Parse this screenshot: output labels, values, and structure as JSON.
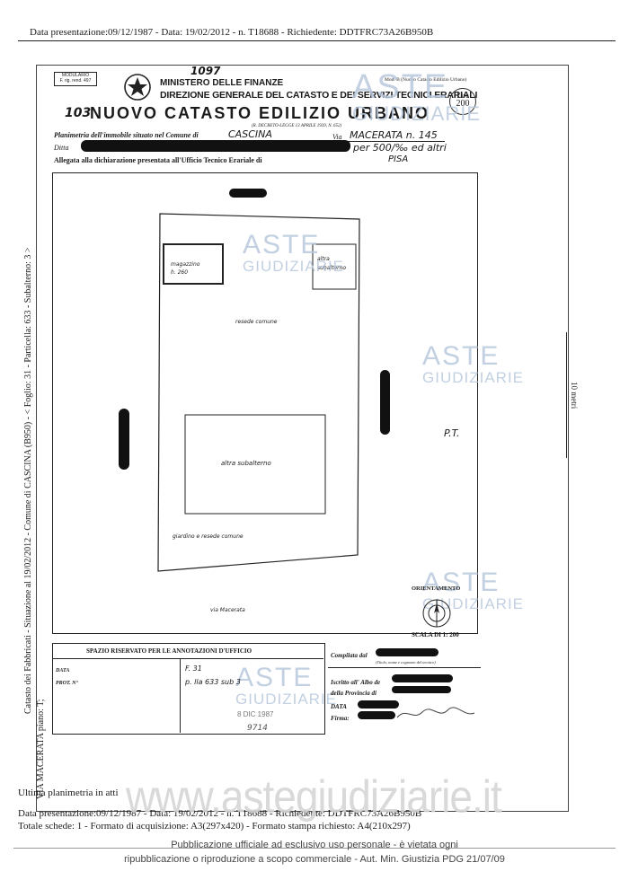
{
  "header_top": "Data presentazione:09/12/1987 - Data: 19/02/2012 - n. T18688 - Richiedente: DDTFRC73A26B950B",
  "modulario": {
    "line1": "MODULARIO",
    "line2": "F. rig. rend. 497"
  },
  "form_number": "1097",
  "ministry": "MINISTERO DELLE FINANZE",
  "direction": "DIREZIONE GENERALE DEL CATASTO E DEI SERVIZI TECNICI ERARIALI",
  "model_label": "Mod. B (Nuovo Catasto Edilizio Urbano)",
  "stamp": {
    "line1": "Lire",
    "line2": "200"
  },
  "catasto_number": "103",
  "catasto_title": "NUOVO CATASTO EDILIZIO URBANO",
  "decree": "(R. DECRETO-LEGGE 13 APRILE 1939, N. 652)",
  "planimetria_label": "Planimetria dell'immobile situato nel Comune di",
  "comune_value": "CASCINA",
  "via_label": "Via",
  "via_value": "MACERATA n. 145",
  "ditta_label": "Ditta",
  "ditta_share": "per 500/‰ ed altri",
  "allegata_label": "Allegata alla dichiarazione presentata all'Ufficio Tecnico Erariale di",
  "ufficio_value": "PISA",
  "side_vertical": "Catasto dei Fabbricati - Situazione al 19/02/2012 - Comune di CASCINA (B950) - < Foglio: 31 - Particella: 633 - Subalterno: 3 >",
  "side_vertical2": "VIA MACERATA piano: T;",
  "plan": {
    "magazzino": "magazzino\nh. 260",
    "altra_subalterno": "altra\nsubalterno",
    "resede": "resede comune",
    "altra_inner": "altra subalterno",
    "giardino": "giardino e resede comune",
    "via": "via Macerata",
    "pt": "P.T."
  },
  "scale_ruler": "10 metri",
  "orientamento": "ORIENTAMENTO",
  "scala": "SCALA DI 1: 200",
  "annotazioni_title": "SPAZIO RISERVATO PER LE ANNOTAZIONI D'UFFICIO",
  "data_label": "DATA",
  "prot_label": "PROT. N°",
  "foglio_value": "F. 31",
  "part_value": "p. lla 633 sub 3",
  "stamp_date": "8 DIC 1987",
  "prot_value": "9714",
  "compilata_label": "Compilata dal",
  "compilata_hint": "(Titolo, nome e cognome del tecnico)",
  "iscritto_label": "Iscritto all' Albo de",
  "provincia_label": "della Provincia di",
  "data2_label": "DATA",
  "firma_label": "Firma:",
  "ultima": "Ultima planimetria in atti",
  "footer_line1": "Data presentazione:09/12/1987 - Data: 19/02/2012 - n. T18688 - Richiedente: DDTFRC73A26B950B",
  "footer_line2": "Totale schede: 1 - Formato di acquisizione: A3(297x420) - Formato stampa richiesto: A4(210x297)",
  "watermark_url": "www.astegiudiziarie.it",
  "watermark_big": "ASTE",
  "watermark_small": "GIUDIZIARIE",
  "disclaimer1": "Pubblicazione ufficiale ad esclusivo uso personale - è vietata ogni",
  "disclaimer2": "ripubblicazione o riproduzione a scopo commerciale - Aut. Min. Giustizia PDG 21/07/09"
}
